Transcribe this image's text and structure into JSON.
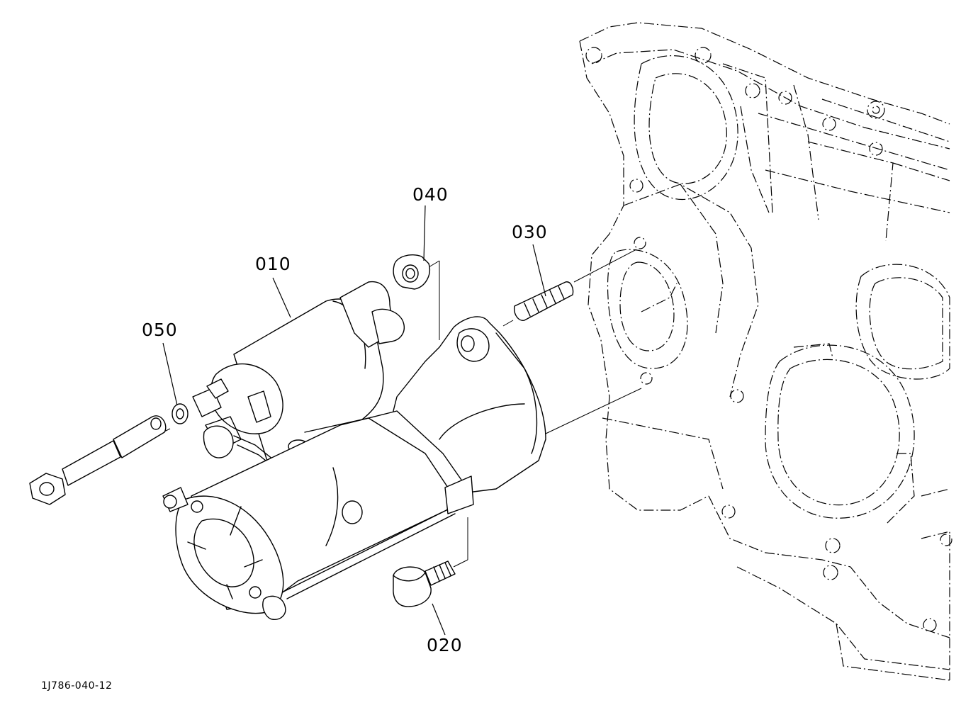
{
  "callouts": {
    "part_010": "010",
    "part_020": "020",
    "part_030": "030",
    "part_040": "040",
    "part_050": "050"
  },
  "reference_code": "1J786-040-12"
}
